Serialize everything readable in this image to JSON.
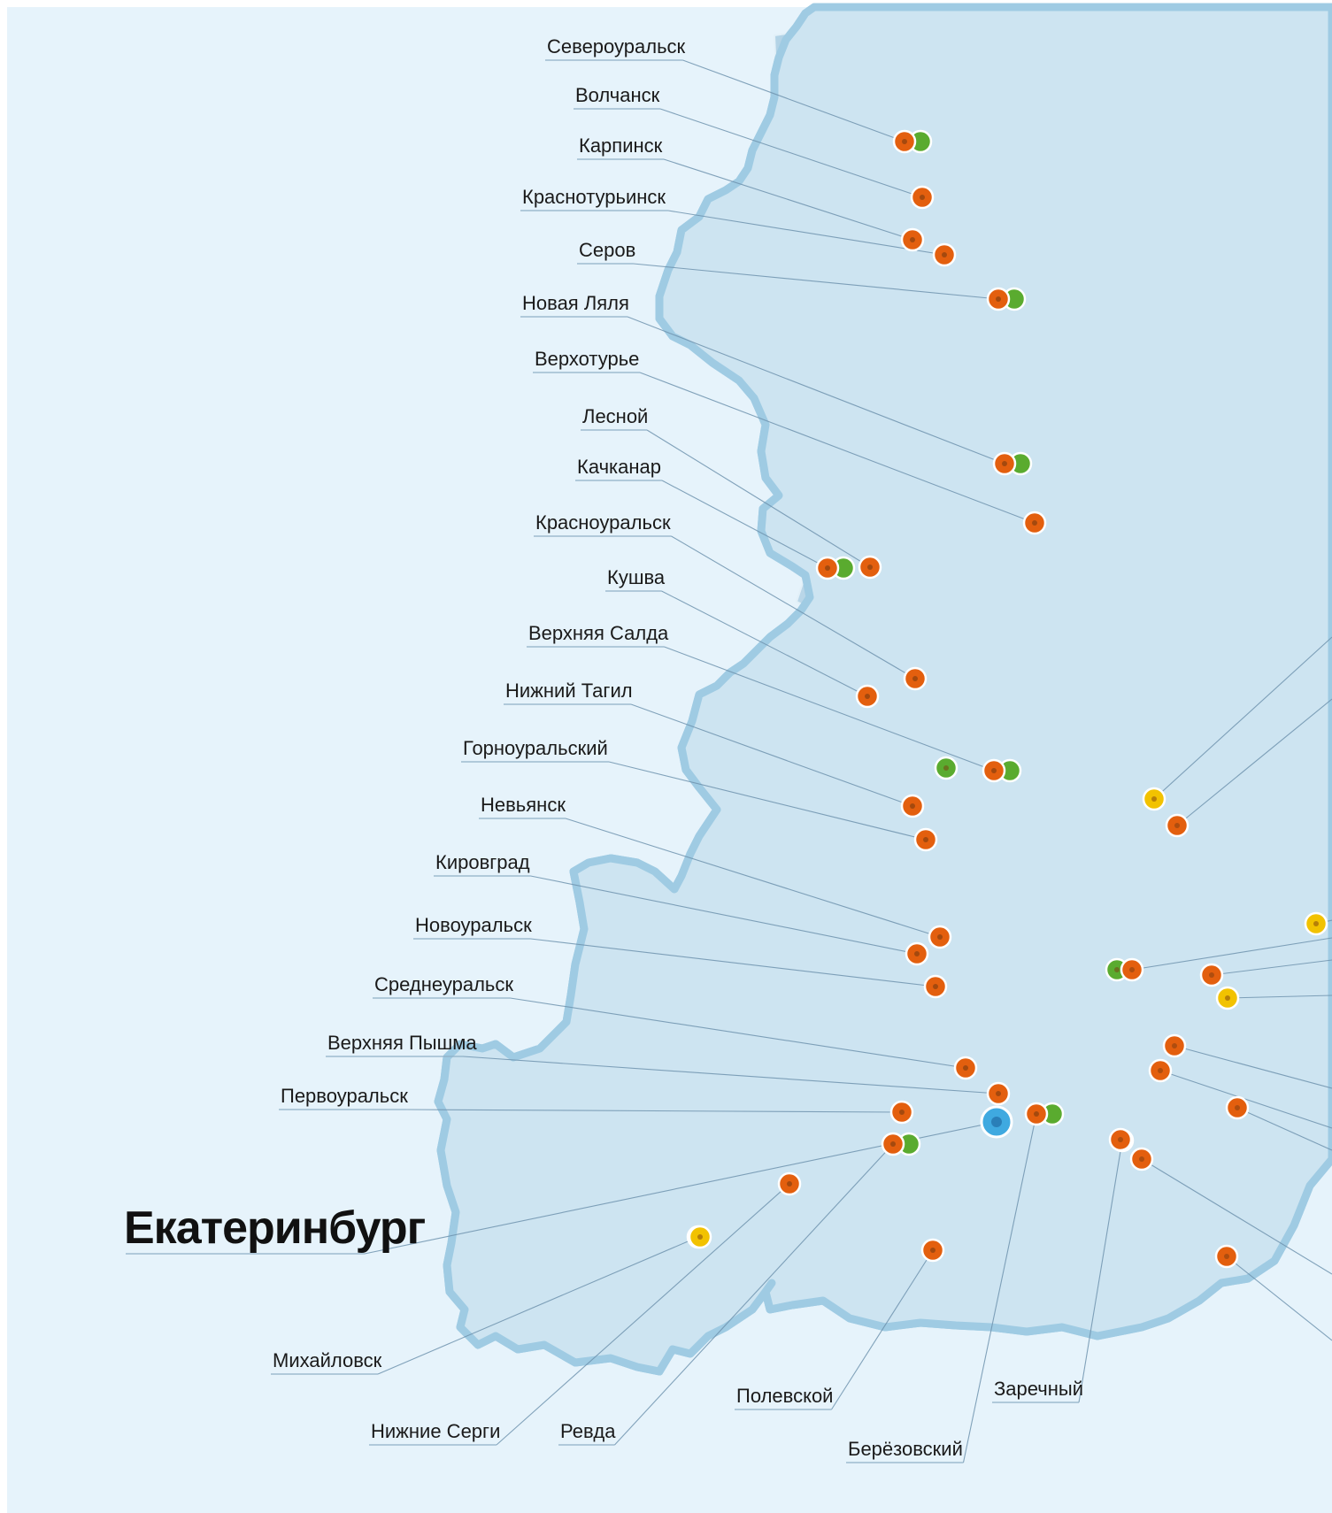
{
  "map": {
    "colors": {
      "water": "#e6f3fb",
      "region_light": "#d3e8f4",
      "region_mid": "#c2dcec",
      "region_dark": "#abcde2",
      "region_darker": "#9cc4dc",
      "border": "#9fcbe3",
      "marker_orange": "#e35f0e",
      "marker_green": "#5aab2f",
      "marker_yellow": "#f2c200",
      "marker_capital": "#3fa9e0"
    },
    "capital": {
      "name": "Екатеринбург",
      "icon": "capital-city-marker"
    },
    "cities": [
      {
        "name": "Североуральск",
        "markers": [
          "orange",
          "green"
        ]
      },
      {
        "name": "Волчанск",
        "markers": [
          "orange"
        ]
      },
      {
        "name": "Карпинск",
        "markers": [
          "orange"
        ]
      },
      {
        "name": "Краснотурьинск",
        "markers": [
          "orange"
        ]
      },
      {
        "name": "Серов",
        "markers": [
          "orange",
          "green"
        ]
      },
      {
        "name": "Новая Ляля",
        "markers": [
          "orange",
          "green"
        ]
      },
      {
        "name": "Верхотурье",
        "markers": [
          "orange"
        ]
      },
      {
        "name": "Лесной",
        "markers": [
          "orange"
        ]
      },
      {
        "name": "Качканар",
        "markers": [
          "orange",
          "green"
        ]
      },
      {
        "name": "Красноуральск",
        "markers": [
          "orange"
        ]
      },
      {
        "name": "Кушва",
        "markers": [
          "orange"
        ]
      },
      {
        "name": "Верхняя Салда",
        "markers": [
          "orange",
          "green"
        ]
      },
      {
        "name": "Нижний Тагил",
        "markers": [
          "orange"
        ]
      },
      {
        "name": "Горноуральский",
        "markers": [
          "orange"
        ]
      },
      {
        "name": "Невьянск",
        "markers": [
          "orange"
        ]
      },
      {
        "name": "Кировград",
        "markers": [
          "orange"
        ]
      },
      {
        "name": "Новоуральск",
        "markers": [
          "orange"
        ]
      },
      {
        "name": "Среднеуральск",
        "markers": [
          "orange"
        ]
      },
      {
        "name": "Верхняя Пышма",
        "markers": [
          "orange"
        ]
      },
      {
        "name": "Первоуральск",
        "markers": [
          "orange"
        ]
      },
      {
        "name": "Михайловск",
        "markers": [
          "yellow"
        ]
      },
      {
        "name": "Нижние Серги",
        "markers": [
          "orange"
        ]
      },
      {
        "name": "Ревда",
        "markers": [
          "orange",
          "green"
        ]
      },
      {
        "name": "Полевской",
        "markers": [
          "orange"
        ]
      },
      {
        "name": "Берёзовский",
        "markers": [
          "orange",
          "green"
        ]
      },
      {
        "name": "Заречный",
        "markers": [
          "orange"
        ]
      }
    ]
  }
}
